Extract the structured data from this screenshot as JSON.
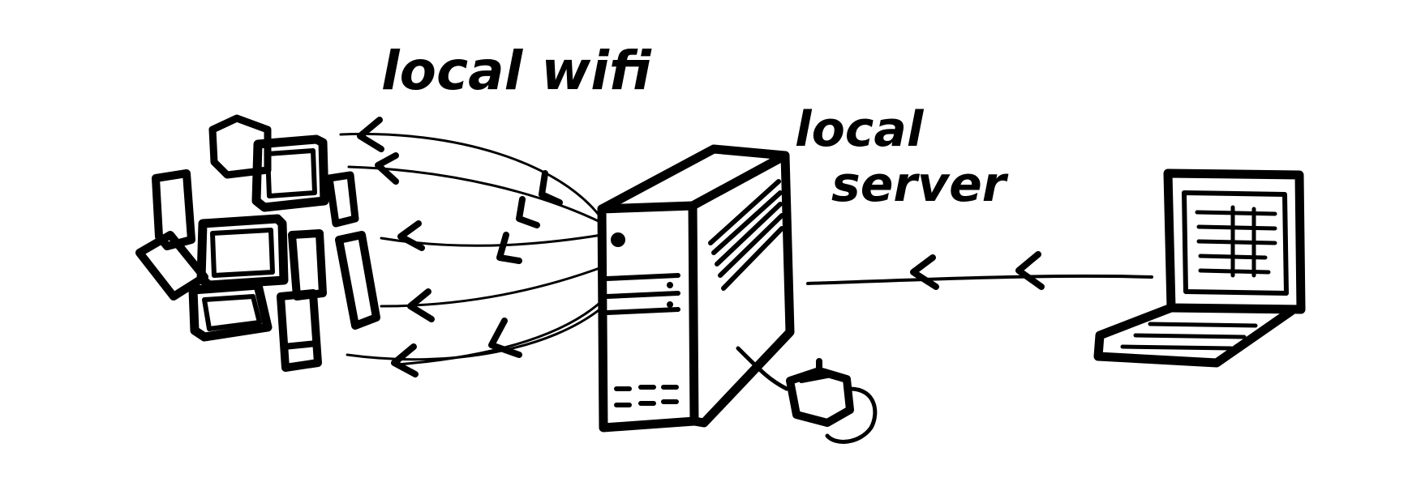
{
  "labels": {
    "wifi": "local wifi",
    "server_line1": "local",
    "server_line2": "server"
  },
  "nodes": [
    {
      "id": "mobile-devices",
      "icon": "devices-cluster-icon"
    },
    {
      "id": "local-server",
      "icon": "server-tower-icon"
    },
    {
      "id": "router",
      "icon": "router-icon"
    },
    {
      "id": "laptop",
      "icon": "laptop-icon"
    }
  ],
  "edges": [
    {
      "from": "laptop",
      "to": "local-server",
      "style": "wired"
    },
    {
      "from": "local-server",
      "to": "mobile-devices",
      "style": "wireless",
      "count": 6
    }
  ],
  "colors": {
    "ink": "#000000",
    "background": "#ffffff"
  }
}
